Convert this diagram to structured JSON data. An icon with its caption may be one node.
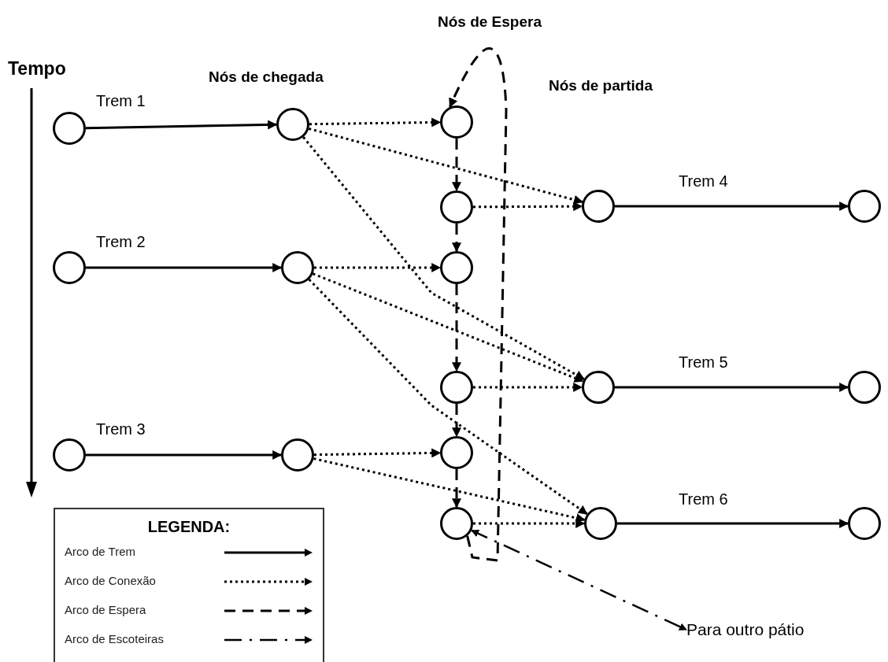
{
  "diagram": {
    "nodes": [
      {
        "text": [],
        "shape": "circle"
      },
      {
        "text": [],
        "shape": "circle"
      },
      {
        "text": [],
        "shape": "circle"
      },
      {
        "text": [],
        "shape": "circle"
      },
      {
        "text": [],
        "shape": "circle"
      },
      {
        "text": [],
        "shape": "circle"
      },
      {
        "text": [],
        "shape": "circle"
      },
      {
        "text": [],
        "shape": "circle"
      },
      {
        "text": [],
        "shape": "circle"
      },
      {
        "text": [],
        "shape": "circle"
      },
      {
        "text": [],
        "shape": "circle"
      },
      {
        "text": [],
        "shape": "circle"
      },
      {
        "text": [],
        "shape": "circle"
      },
      {
        "text": [],
        "shape": "circle"
      },
      {
        "text": [],
        "shape": "circle"
      },
      {
        "text": [],
        "shape": "circle"
      },
      {
        "text": [],
        "shape": "circle"
      },
      {
        "text": [],
        "shape": "circle"
      },
      {
        "text": [
          "Para outro pátio"
        ]
      }
    ],
    "edges": [
      {
        "from": 0,
        "to": 3,
        "arrow": "to",
        "label": "Trem 1"
      },
      {
        "from": 1,
        "to": 4,
        "arrow": "to",
        "label": "Trem 2"
      },
      {
        "from": 2,
        "to": 5,
        "arrow": "to",
        "label": "Trem 3"
      },
      {
        "from": 12,
        "to": 15,
        "arrow": "to",
        "label": "Trem 4"
      },
      {
        "from": 13,
        "to": 16,
        "arrow": "to",
        "label": "Trem 5"
      },
      {
        "from": 14,
        "to": 17,
        "arrow": "to",
        "label": "Trem 6"
      },
      {
        "from": 3,
        "to": 6,
        "arrow": "to",
        "style": "dashed"
      },
      {
        "from": 3,
        "to": 12,
        "arrow": "to",
        "style": "dashed"
      },
      {
        "from": 3,
        "to": 13,
        "arrow": "to",
        "style": "dashed"
      },
      {
        "from": 7,
        "to": 12,
        "arrow": "to",
        "style": "dashed"
      },
      {
        "from": 4,
        "to": 8,
        "arrow": "to",
        "style": "dashed"
      },
      {
        "from": 4,
        "to": 13,
        "arrow": "to",
        "style": "dashed"
      },
      {
        "from": 4,
        "to": 14,
        "arrow": "to",
        "style": "dashed"
      },
      {
        "from": 9,
        "to": 13,
        "arrow": "to",
        "style": "dashed"
      },
      {
        "from": 5,
        "to": 10,
        "arrow": "to",
        "style": "dashed"
      },
      {
        "from": 5,
        "to": 14,
        "arrow": "to",
        "style": "dashed"
      },
      {
        "from": 11,
        "to": 14,
        "arrow": "to",
        "style": "dashed"
      },
      {
        "from": 6,
        "to": 7,
        "arrow": "to",
        "style": "dashed"
      },
      {
        "from": 7,
        "to": 8,
        "arrow": "to",
        "style": "dashed"
      },
      {
        "from": 8,
        "to": 9,
        "arrow": "to",
        "style": "dashed"
      },
      {
        "from": 9,
        "to": 10,
        "arrow": "to",
        "style": "dashed"
      },
      {
        "from": 10,
        "to": 11,
        "arrow": "to",
        "style": "dashed"
      },
      {
        "from": 11,
        "to": 6,
        "arrow": "to",
        "style": "dashed"
      },
      {
        "from": 11,
        "to": 18,
        "arrow": "both",
        "style": "dashed"
      }
    ],
    "labels": [
      "Nós de Espera",
      "Tempo",
      "Nós de chegada",
      "Nós de partida",
      "LEGENDA:"
    ],
    "legend": [
      {
        "text": "Arco de Trem"
      },
      {
        "text": "Arco de Conexão"
      },
      {
        "text": "Arco de Espera"
      },
      {
        "text": "Arco de Escoteiras"
      }
    ]
  }
}
